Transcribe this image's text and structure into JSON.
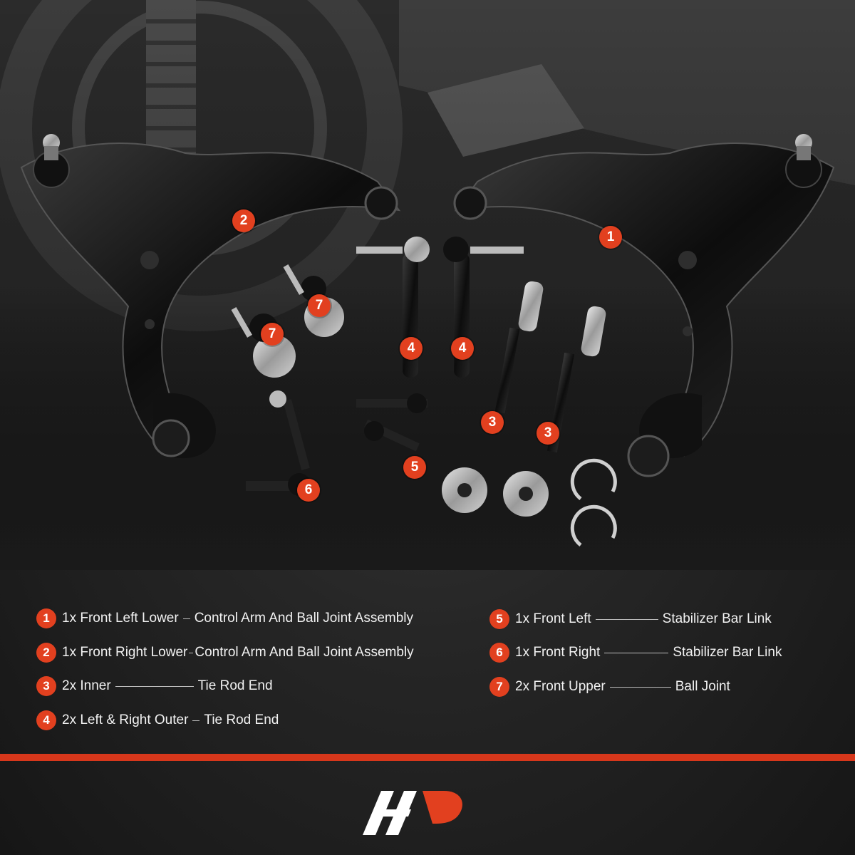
{
  "colors": {
    "accent": "#e2401f",
    "background": "#1c1c1c",
    "bar": "#d7371b",
    "text": "#f2f2f2"
  },
  "markers": [
    {
      "num": "1"
    },
    {
      "num": "2"
    },
    {
      "num": "3"
    },
    {
      "num": "3"
    },
    {
      "num": "4"
    },
    {
      "num": "4"
    },
    {
      "num": "5"
    },
    {
      "num": "6"
    },
    {
      "num": "7"
    },
    {
      "num": "7"
    }
  ],
  "legend": [
    {
      "num": "1",
      "left": "1x Front Left Lower",
      "right": "Control Arm And Ball Joint Assembly"
    },
    {
      "num": "2",
      "left": "1x Front Right Lower",
      "right": "Control Arm And Ball Joint Assembly"
    },
    {
      "num": "3",
      "left": "2x Inner",
      "right": "Tie Rod End"
    },
    {
      "num": "4",
      "left": "2x Left & Right Outer",
      "right": "Tie Rod End"
    },
    {
      "num": "5",
      "left": "1x  Front Left",
      "right": "Stabilizer Bar Link"
    },
    {
      "num": "6",
      "left": "1x Front Right",
      "right": "Stabilizer Bar Link"
    },
    {
      "num": "7",
      "left": "2x Front Upper",
      "right": "Ball Joint"
    }
  ],
  "logo": {
    "icon": "brand-logo-icon"
  }
}
